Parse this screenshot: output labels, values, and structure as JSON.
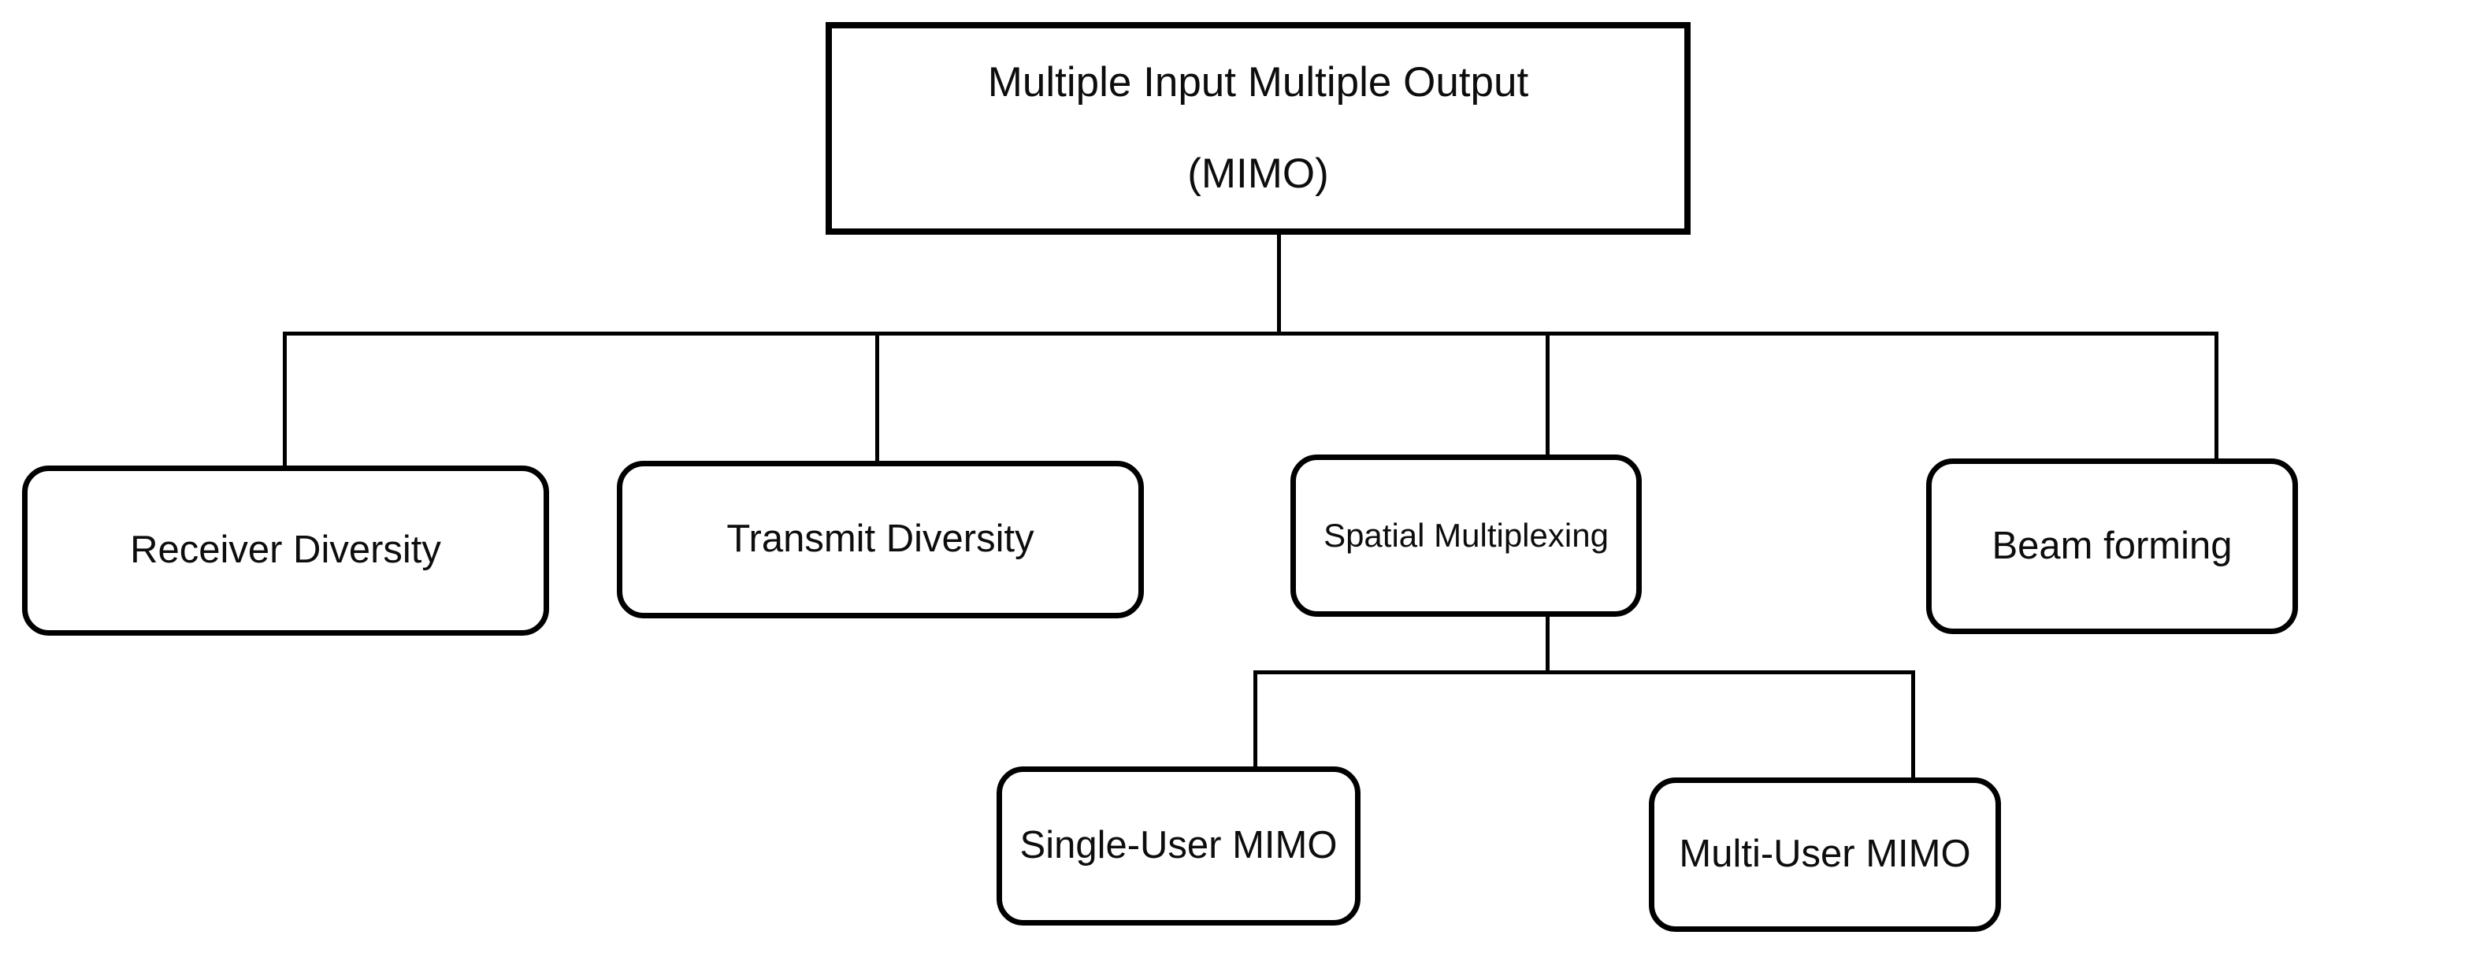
{
  "diagram": {
    "title": "Multiple Input Multiple Output (MIMO) classification tree",
    "type": "tree-diagram",
    "background_color": "#ffffff",
    "line_color": "#000000",
    "text_color": "#0d0d0d",
    "root": {
      "id": "mimo-root",
      "line_1": "Multiple Input Multiple Output",
      "line_2": "(MIMO)",
      "shape": "rectangle"
    },
    "level_2": [
      {
        "id": "receiver-diversity",
        "label": "Receiver Diversity",
        "shape": "rounded-rectangle"
      },
      {
        "id": "transmit-diversity",
        "label": "Transmit Diversity",
        "shape": "rounded-rectangle"
      },
      {
        "id": "spatial-multiplexing",
        "label": "Spatial Multiplexing",
        "shape": "rounded-rectangle"
      },
      {
        "id": "beam-forming",
        "label": "Beam forming",
        "shape": "rounded-rectangle"
      }
    ],
    "level_3": [
      {
        "id": "single-user-mimo",
        "label": "Single-User MIMO",
        "shape": "rounded-rectangle"
      },
      {
        "id": "multi-user-mimo",
        "label": "Multi-User MIMO",
        "shape": "rounded-rectangle"
      }
    ]
  }
}
